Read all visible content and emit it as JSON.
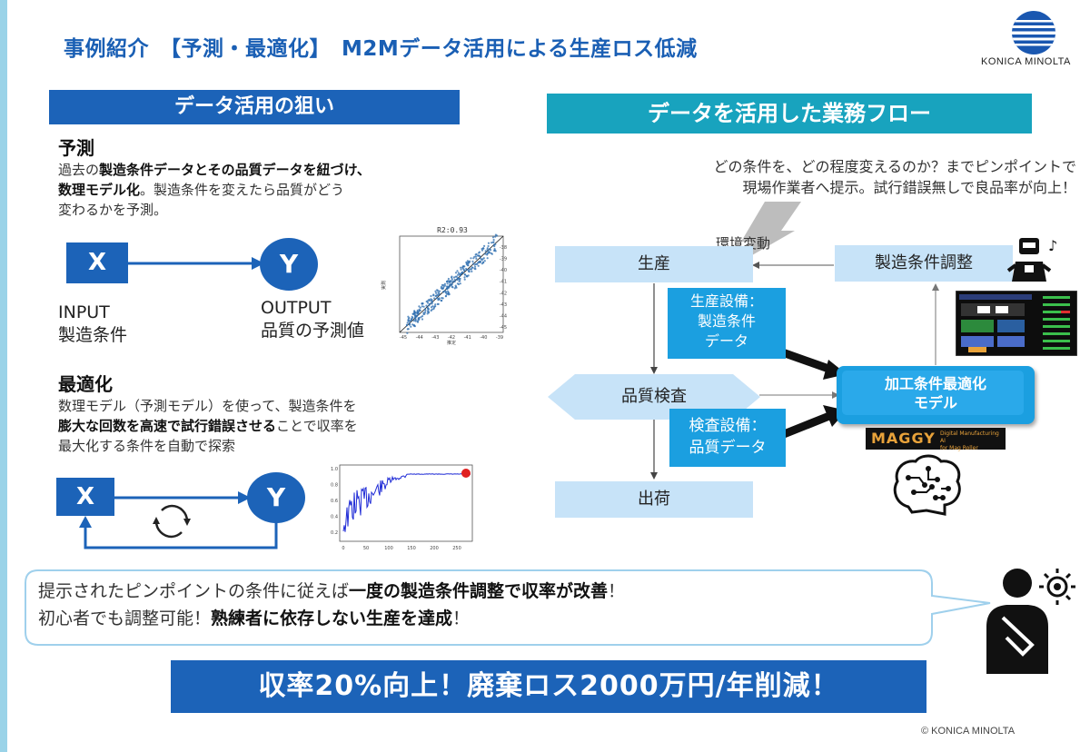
{
  "header": {
    "title": "事例紹介　【予測・最適化】　M2Mデータ活用による生産ロス低減",
    "logo_text": "KONICA MINOLTA"
  },
  "left": {
    "section_title": "データ活用の狙い",
    "predict": {
      "heading": "予測",
      "line1_pre": "過去の",
      "line1_bold": "製造条件データとその品質データを紐づけ、",
      "line2_bold": "数理モデル化",
      "line2_rest": "。製造条件を変えたら品質がどう",
      "line3": "変わるかを予測。"
    },
    "diagram1": {
      "x": "X",
      "y": "Y",
      "input_label": "INPUT",
      "input_sub": "製造条件",
      "output_label": "OUTPUT",
      "output_sub": "品質の予測値"
    },
    "optimize": {
      "heading": "最適化",
      "line1": "数理モデル（予測モデル）を使って、製造条件を",
      "line2_bold": "膨大な回数を高速で試行錯誤させる",
      "line2_rest": "ことで収率を",
      "line3": "最大化する条件を自動で探索"
    },
    "diagram2": {
      "x": "X",
      "y": "Y"
    }
  },
  "scatter": {
    "title": "R2:0.93",
    "xlabel": "推定",
    "ylabel": "実測",
    "x_ticks": [
      "-45",
      "-44",
      "-43",
      "-42",
      "-41",
      "-40",
      "-39"
    ],
    "y_ticks": [
      "-38",
      "-39",
      "-40",
      "-41",
      "-42",
      "-43",
      "-44",
      "-45"
    ]
  },
  "curve": {
    "x_ticks": [
      "0",
      "50",
      "100",
      "150",
      "200",
      "250"
    ],
    "y_ticks": [
      "1.0",
      "0.8",
      "0.6",
      "0.4",
      "0.2"
    ]
  },
  "right": {
    "section_title": "データを活用した業務フロー",
    "note_line1": "どの条件を、どの程度変えるのか？までピンポイントで",
    "note_line2": "現場作業者へ提示。試行錯誤無しで良品率が向上！",
    "env_label": "環境変動",
    "production": "生産",
    "condition_adjust": "製造条件調整",
    "equip_data": [
      "生産設備：",
      "製造条件",
      "データ"
    ],
    "quality_check": "品質検査",
    "inspection_data": [
      "検査設備：",
      "品質データ"
    ],
    "model_line1": "加工条件最適化",
    "model_line2": "モデル",
    "maggy": "MAGGY",
    "maggy_sub1": "Digital Manufacturing AI",
    "maggy_sub2": "for Mag Roller",
    "shipping": "出荷"
  },
  "callout": {
    "line1_pre": "提示されたピンポイントの条件に従えば",
    "line1_bold": "一度の製造条件調整で収率が改善",
    "line1_post": "！",
    "line2_pre": "初心者でも調整可能！",
    "line2_bold": "熟練者に依存しない生産を達成",
    "line2_post": "！"
  },
  "banner": "収率20%向上！廃棄ロス2000万円/年削減！",
  "footer": {
    "copyright": "© KONICA MINOLTA"
  },
  "colors": {
    "brand_blue": "#1c63b8",
    "teal": "#18a3be",
    "light_box": "#c7e3f8",
    "model_blue": "#1b9fe0"
  }
}
